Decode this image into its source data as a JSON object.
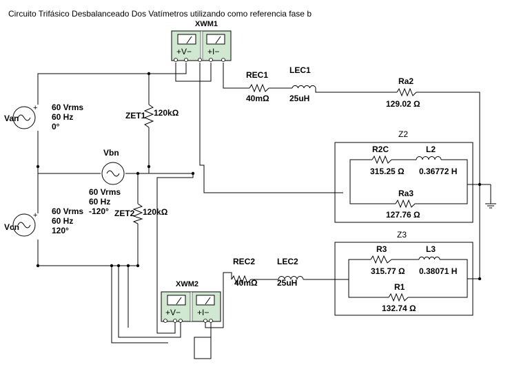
{
  "title": "Circuito Trifásico Desbalanceado Dos Vatímetros utilizando como referencia fase b",
  "wattmeters": {
    "xwm1": {
      "name": "XWM1",
      "v": "+V−",
      "i": "+I−"
    },
    "xwm2": {
      "name": "XWM2",
      "v": "+V−",
      "i": "+I−"
    }
  },
  "sources": {
    "van": {
      "name": "Van",
      "amp": "60 Vrms",
      "freq": "60 Hz",
      "phase": "0°"
    },
    "vbn": {
      "name": "Vbn",
      "amp": "60 Vrms",
      "freq": "60 Hz",
      "phase": "-120°"
    },
    "vcn": {
      "name": "Vcn",
      "amp": "60 Vrms",
      "freq": "60 Hz",
      "phase": "120°"
    }
  },
  "impedances": {
    "zet1": {
      "name": "ZET1",
      "value": "120kΩ"
    },
    "zet2": {
      "name": "ZET2",
      "value": "120kΩ"
    }
  },
  "line_a": {
    "rec1": {
      "name": "REC1",
      "value": "40mΩ"
    },
    "lec1": {
      "name": "LEC1",
      "value": "25uH"
    },
    "ra2": {
      "name": "Ra2",
      "value": "129.02 Ω"
    }
  },
  "line_c": {
    "rec2": {
      "name": "REC2",
      "value": "40mΩ"
    },
    "lec2": {
      "name": "LEC2",
      "value": "25uH"
    }
  },
  "z2": {
    "name": "Z2",
    "r2c": {
      "name": "R2C",
      "value": "315.25 Ω"
    },
    "l2": {
      "name": "L2",
      "value": "0.36772 H"
    },
    "ra3": {
      "name": "Ra3",
      "value": "127.76 Ω"
    }
  },
  "z3": {
    "name": "Z3",
    "r3": {
      "name": "R3",
      "value": "315.77 Ω"
    },
    "l3": {
      "name": "L3",
      "value": "0.38071 H"
    },
    "r1": {
      "name": "R1",
      "value": "132.74 Ω"
    }
  },
  "colors": {
    "wire": "#000000",
    "meter_fill": "#cfe8cf",
    "meter_face": "#ffffff"
  }
}
